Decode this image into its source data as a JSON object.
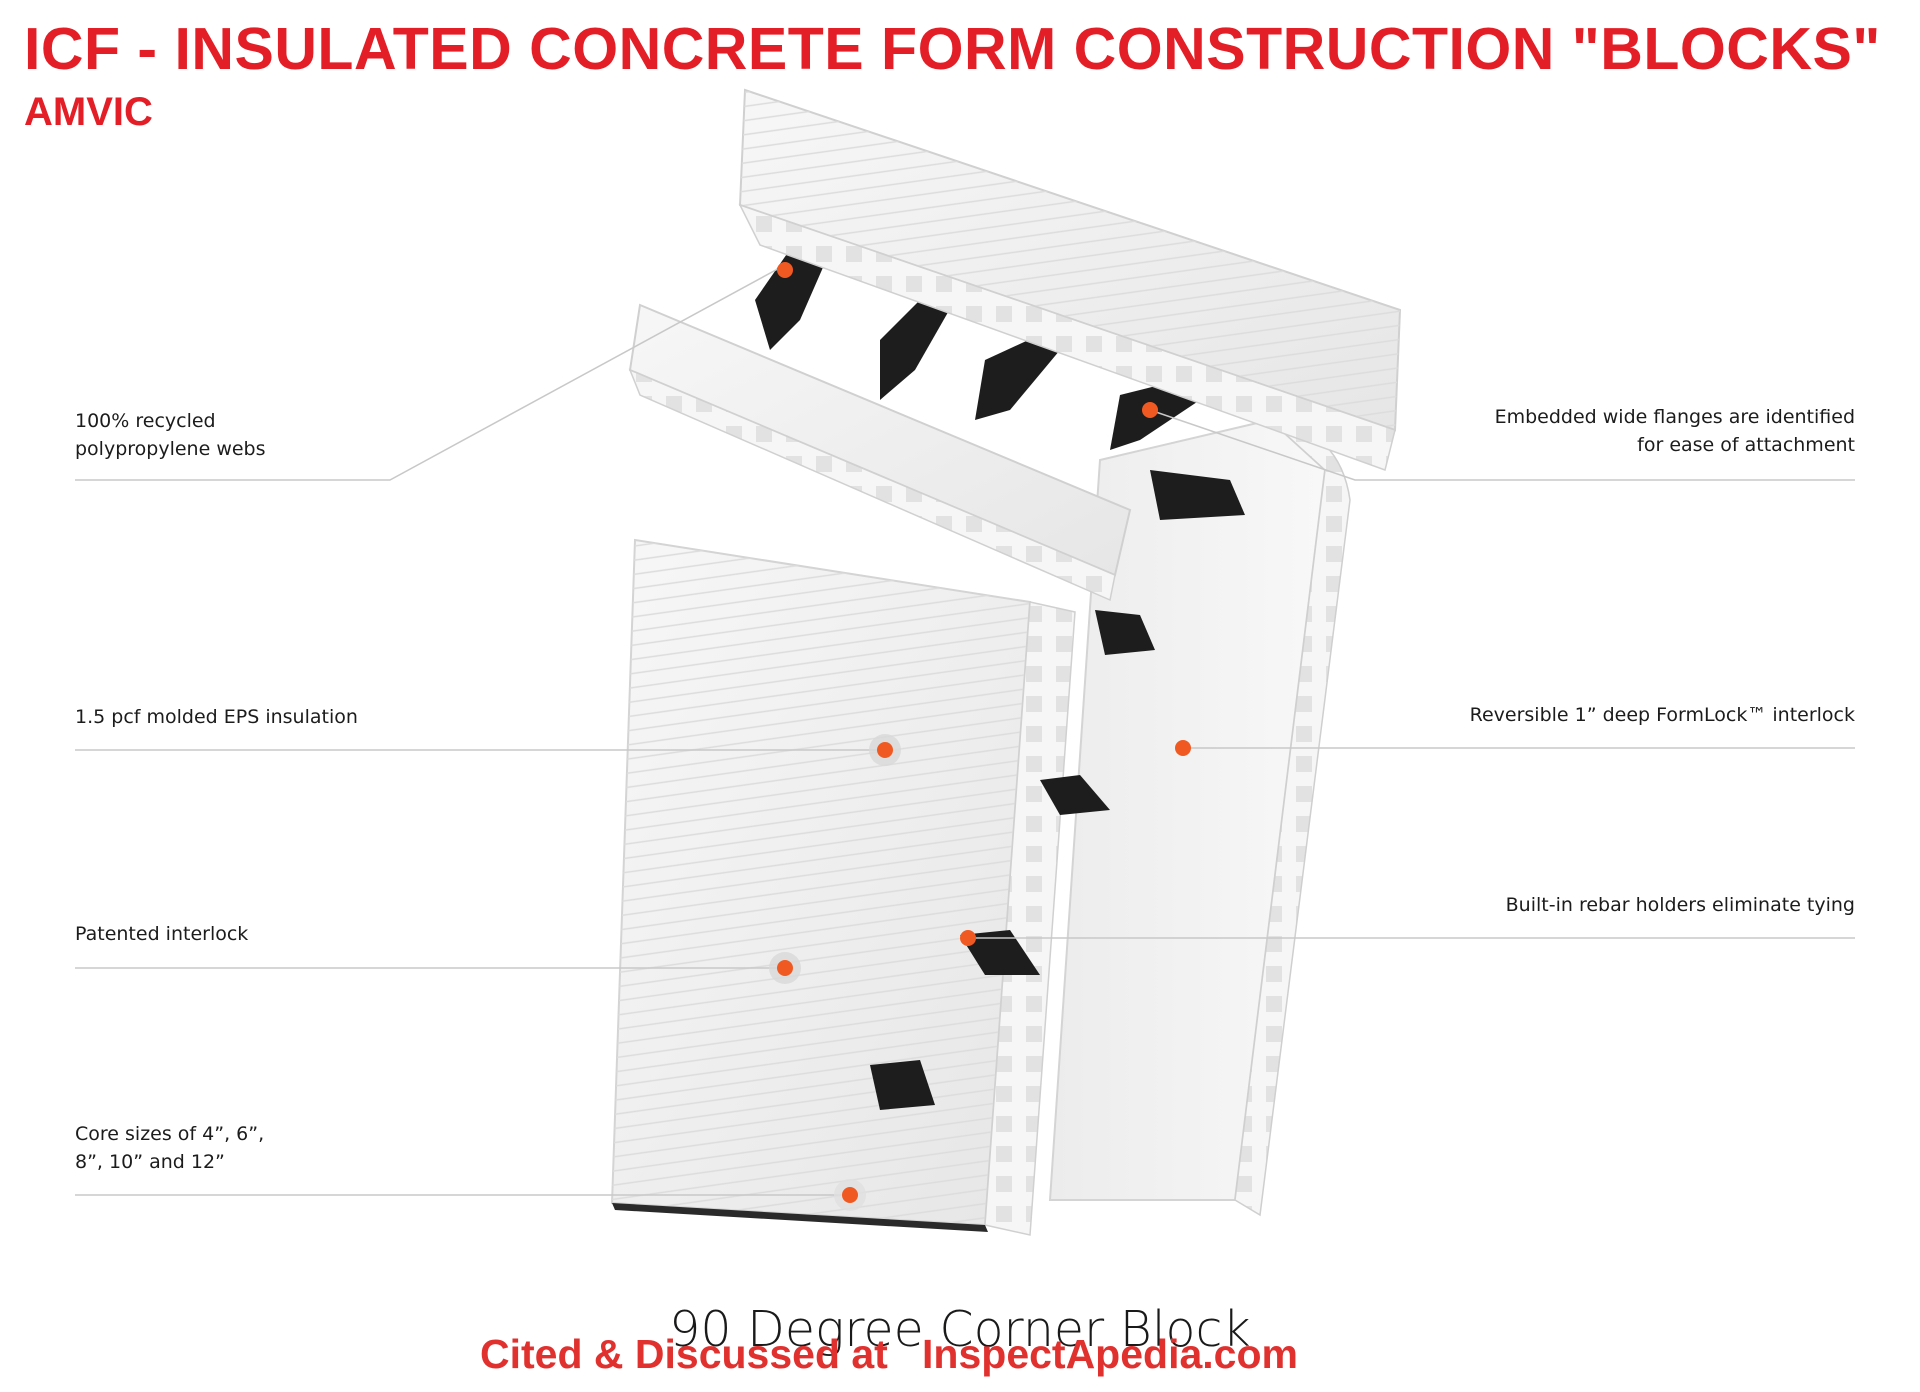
{
  "header": {
    "title": "ICF - INSULATED CONCRETE FORM CONSTRUCTION \"BLOCKS\"",
    "subtitle": "AMVIC"
  },
  "callouts": {
    "webs": "100% recycled\npolypropylene webs",
    "flanges": "Embedded wide flanges are identified\nfor ease of attachment",
    "eps": "1.5 pcf molded EPS insulation",
    "formlock": "Reversible 1” deep FormLock™ interlock",
    "interlock": "Patented interlock",
    "rebar": "Built-in rebar holders eliminate tying",
    "core_sizes": "Core sizes of 4”, 6”,\n8”, 10” and 12”"
  },
  "caption": "90 Degree Corner Block",
  "credit": {
    "prefix": "Cited & Discussed at",
    "site": "InspectApedia.com"
  },
  "colors": {
    "title_red": "#e41e26",
    "marker_orange": "#f05a22",
    "leader_gray": "#c8c8c8",
    "foam_white": "#f4f4f4",
    "web_black": "#1d1d1d"
  }
}
